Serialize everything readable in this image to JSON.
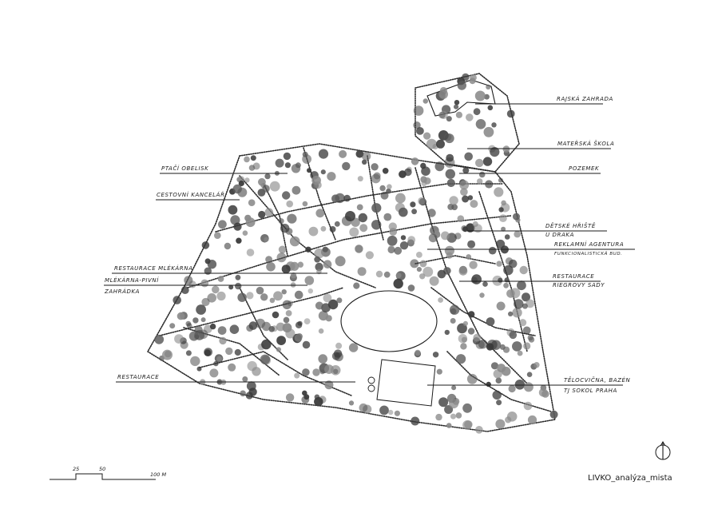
{
  "labels": {
    "rajska_zahrada": "RAJSKÁ ZAHRADA",
    "materska_skola": "MATEŘSKÁ ŠKOLA",
    "pozemek": "POZEMEK",
    "ptaci_obelisk": "PTAČÍ OBELISK",
    "cestovni_kancelar": "CESTOVNÍ KANCELÁŘ",
    "detske_hriste_1": "DĚTSKÉ HŘIŠTĚ",
    "detske_hriste_2": "U DRAKA",
    "reklamni_agentura_1": "REKLAMNÍ AGENTURA",
    "reklamni_agentura_2": "FUNKCIONALISTICKÁ BUD.",
    "restaurace_mlekarna": "RESTAURACE MLÉKÁRNA",
    "mlekarna_pivni_1": "MLÉKÁRNA-PIVNÍ",
    "mlekarna_pivni_2": "ZAHRÁDKA",
    "restaurace_riegrovy_1": "RESTAURACE",
    "restaurace_riegrovy_2": "RIEGROVY SADY",
    "restaurace_bottom": "RESTAURACE",
    "telocvicna_1": "TĚLOCVIČNA, BAZÉN",
    "telocvicna_2": "TJ SOKOL PRAHA"
  },
  "scale": {
    "t25": "25",
    "t50": "50",
    "t100": "100 M"
  },
  "caption": "LIVKO_analýza_mista",
  "north_icon": "north-arrow-icon"
}
